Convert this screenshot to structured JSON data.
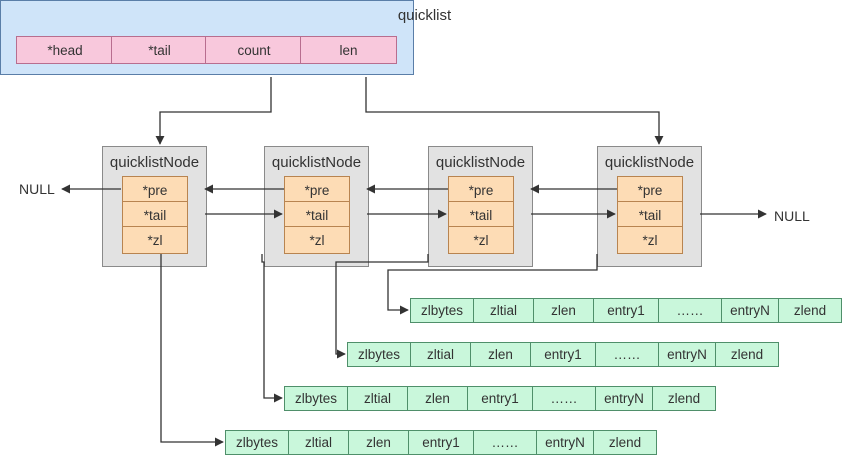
{
  "quicklist": {
    "title": "quicklist",
    "fields": [
      "*head",
      "*tail",
      "count",
      "len"
    ]
  },
  "nodes": [
    {
      "title": "quicklistNode",
      "fields": [
        "*pre",
        "*tail",
        "*zl"
      ]
    },
    {
      "title": "quicklistNode",
      "fields": [
        "*pre",
        "*tail",
        "*zl"
      ]
    },
    {
      "title": "quicklistNode",
      "fields": [
        "*pre",
        "*tail",
        "*zl"
      ]
    },
    {
      "title": "quicklistNode",
      "fields": [
        "*pre",
        "*tail",
        "*zl"
      ]
    }
  ],
  "null_left": "NULL",
  "null_right": "NULL",
  "ziplists": [
    [
      "zlbytes",
      "zltial",
      "zlen",
      "entry1",
      "……",
      "entryN",
      "zlend"
    ],
    [
      "zlbytes",
      "zltial",
      "zlen",
      "entry1",
      "……",
      "entryN",
      "zlend"
    ],
    [
      "zlbytes",
      "zltial",
      "zlen",
      "entry1",
      "……",
      "entryN",
      "zlend"
    ],
    [
      "zlbytes",
      "zltial",
      "zlen",
      "entry1",
      "……",
      "entryN",
      "zlend"
    ]
  ],
  "colors": {
    "quicklist_bg": "#cfe4f9",
    "pointer_field": "#f8c8dc",
    "node_bg": "#e2e2e2",
    "node_field": "#fddcb5",
    "ziplist_cell": "#c9f7db",
    "arrow": "#333333"
  }
}
